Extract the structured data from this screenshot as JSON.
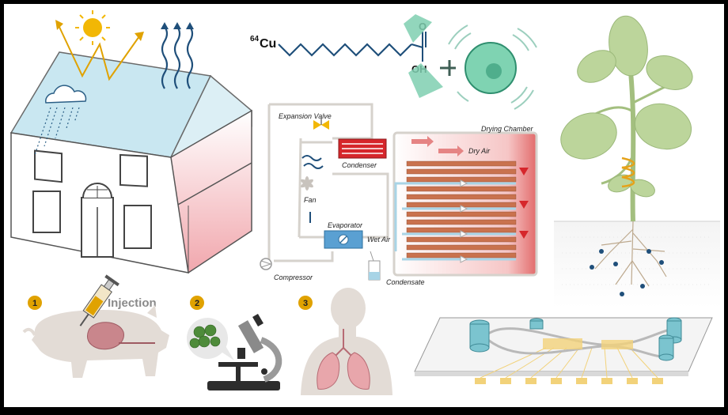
{
  "molecule": {
    "isotope": "64",
    "element": "Cu",
    "oxygen": "O",
    "hydroxyl": "OH"
  },
  "dryer": {
    "expansion_valve": "Expansion Valve",
    "drying_chamber": "Drying Chamber",
    "condenser": "Condenser",
    "dry_air": "Dry Air",
    "fan": "Fan",
    "evaporator": "Evaporator",
    "wet_air": "Wet Air",
    "compressor": "Compressor",
    "condensate": "Condensate"
  },
  "steps": {
    "step1_number": "1",
    "step1_label": "Injection",
    "step2_number": "2",
    "step3_number": "3"
  },
  "colors": {
    "background": "#ffffff",
    "border": "#000000",
    "sun": "#f2b705",
    "heat_waves": "#1f4f7a",
    "glass": "#bfe3ee",
    "warm_gradient": "#f3b9bd",
    "condenser": "#d6262b",
    "evaporator": "#5aa0d2",
    "cell": "#7fd3b2",
    "plant": "#bcd59b",
    "badge": "#e0a200",
    "pig": "#e3dcd6",
    "chip": "#7bc4cf"
  },
  "icons": [
    "sun-icon",
    "heat-wave-icon",
    "cloud-icon",
    "rain-icon",
    "cell-icon",
    "fan-icon",
    "microscope-icon",
    "syringe-icon",
    "pig-icon",
    "lungs-icon",
    "plant-icon",
    "microfluidic-chip-icon"
  ]
}
